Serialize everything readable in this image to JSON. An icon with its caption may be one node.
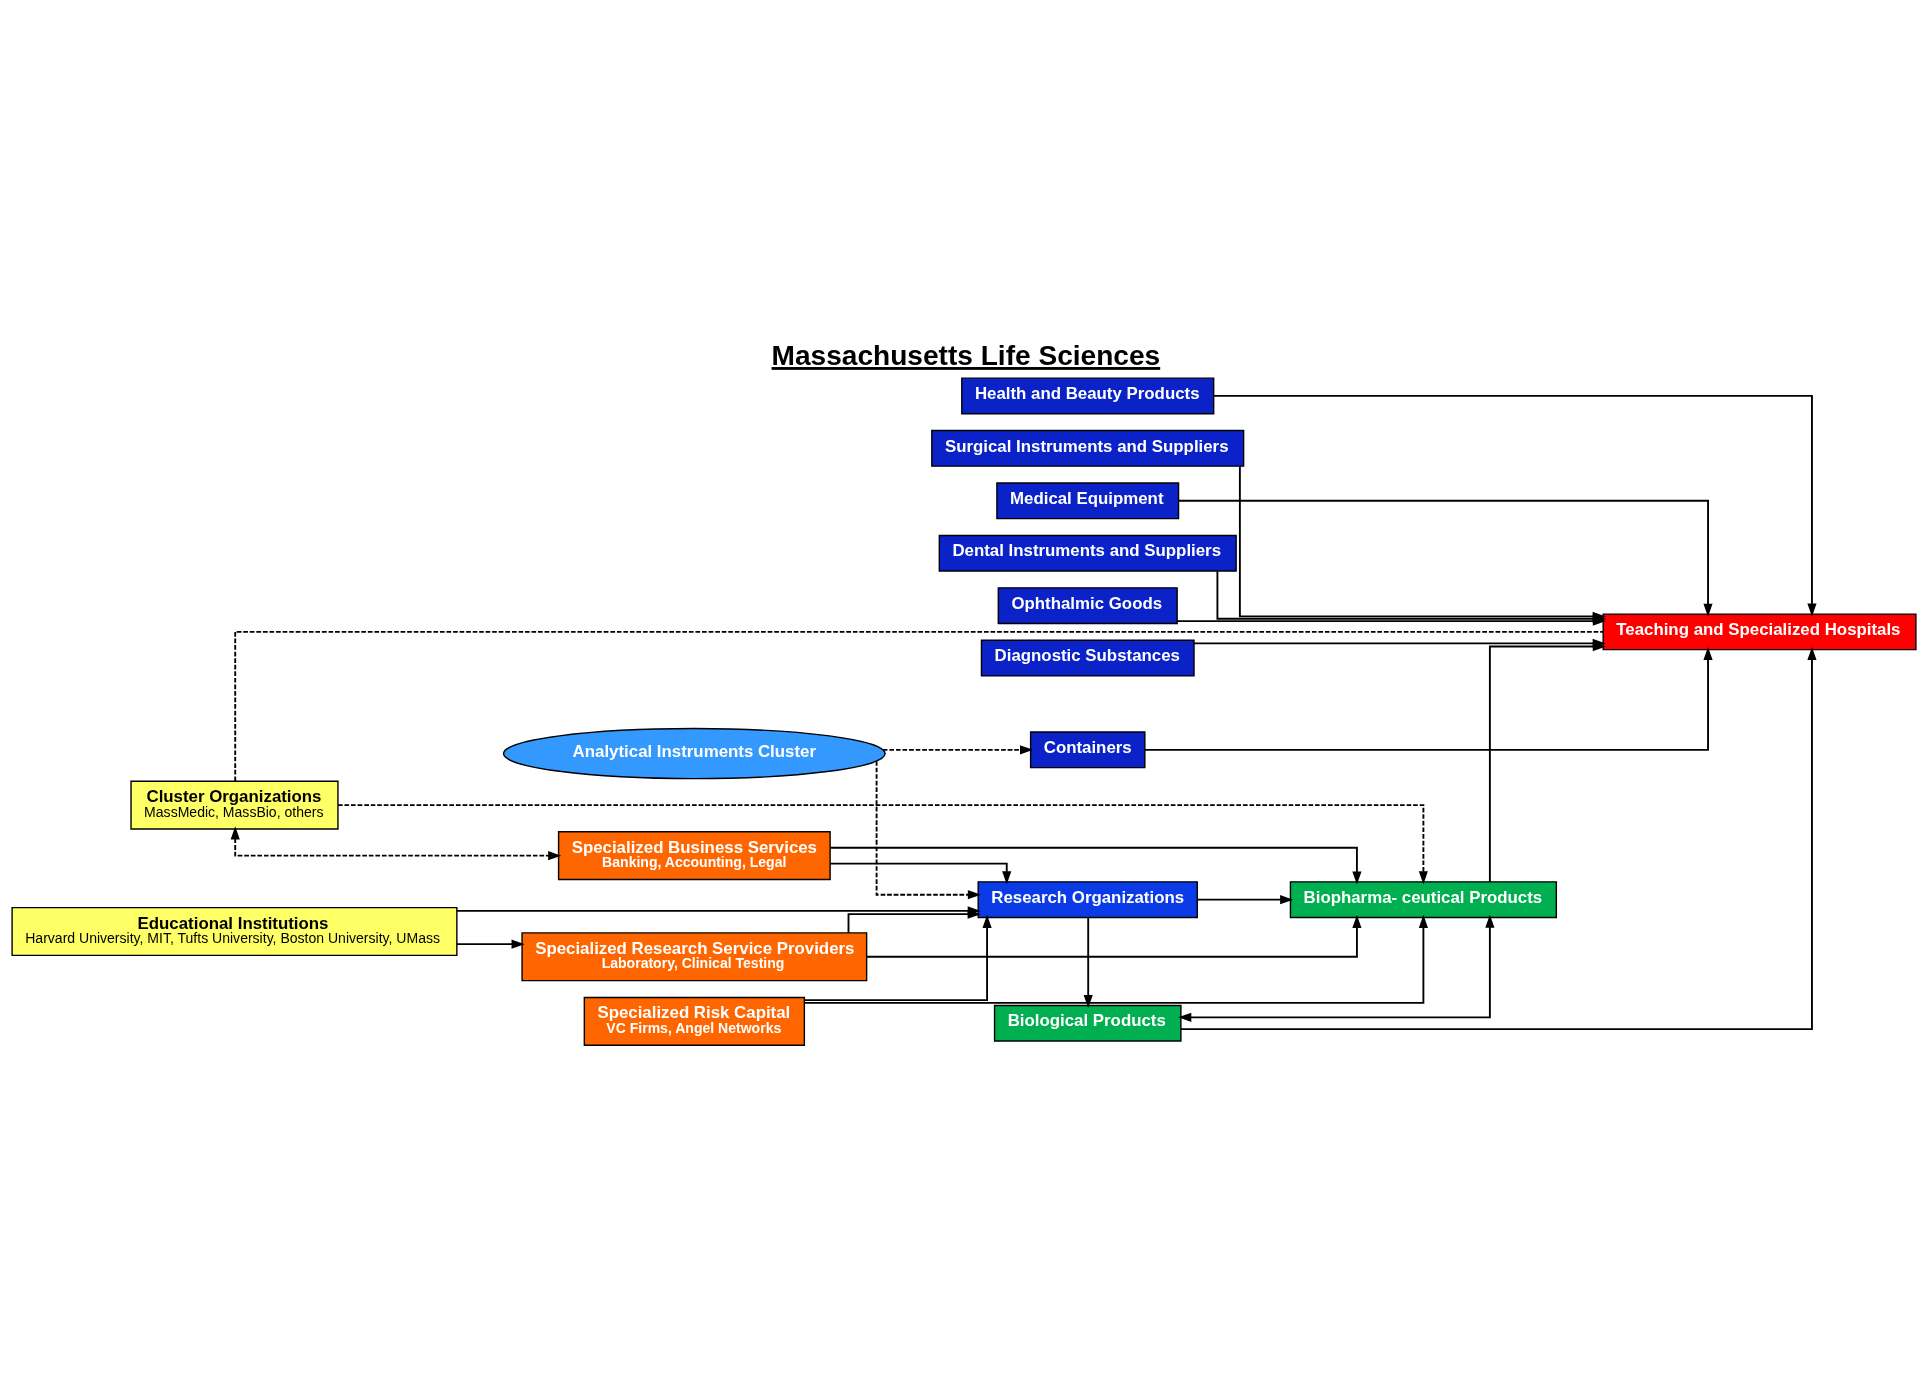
{
  "diagram": {
    "title": "Massachusetts Life Sciences",
    "nodes": [
      {
        "text": [
          "Health and Beauty Products"
        ]
      },
      {
        "text": [
          "Surgical Instruments and Suppliers"
        ]
      },
      {
        "text": [
          "Medical Equipment"
        ]
      },
      {
        "text": [
          "Dental Instruments and Suppliers"
        ]
      },
      {
        "text": [
          "Ophthalmic Goods"
        ]
      },
      {
        "text": [
          "Diagnostic Substances"
        ]
      },
      {
        "text": [
          "Containers"
        ]
      },
      {
        "text": [
          "Teaching and Specialized Hospitals"
        ]
      },
      {
        "text": [
          "Cluster Organizations",
          "MassMedic, MassBio, others"
        ]
      },
      {
        "text": [
          "Biological Products"
        ]
      },
      {
        "text": [
          "Biopharma- ceutical Products"
        ]
      },
      {
        "text": [
          "Specialized Business Services",
          "Banking, Accounting, Legal"
        ]
      },
      {
        "text": [
          "Specialized Risk Capital",
          "VC Firms, Angel Networks"
        ]
      },
      {
        "text": [
          "Specialized Research Service Providers",
          "Laboratory, Clinical Testing"
        ]
      },
      {
        "text": [
          "Research Organizations"
        ]
      },
      {
        "text": [
          "Analytical Instruments Cluster"
        ]
      },
      {
        "text": [
          "Educational Institutions",
          "Harvard University, MIT, Tufts University, Boston University, UMass"
        ]
      }
    ],
    "edges": [
      {
        "from": 0,
        "to": 7,
        "arrow": "to"
      },
      {
        "from": 1,
        "to": 7,
        "arrow": "to"
      },
      {
        "from": 2,
        "to": 7,
        "arrow": "to"
      },
      {
        "from": 3,
        "to": 7,
        "arrow": "to"
      },
      {
        "from": 4,
        "to": 7,
        "arrow": "to"
      },
      {
        "from": 5,
        "to": 7,
        "arrow": "to"
      },
      {
        "from": 6,
        "to": 7,
        "arrow": "to"
      },
      {
        "from": 8,
        "to": 7,
        "arrow": "none",
        "style": "dashed"
      },
      {
        "from": 8,
        "to": 10,
        "arrow": "to",
        "style": "dashed"
      },
      {
        "from": 8,
        "to": 11,
        "arrow": "both",
        "style": "dashed"
      },
      {
        "from": 9,
        "to": 7,
        "arrow": "to"
      },
      {
        "from": 10,
        "to": 7,
        "arrow": "to"
      },
      {
        "from": 9,
        "to": 10,
        "arrow": "both"
      },
      {
        "from": 11,
        "to": 10,
        "arrow": "to"
      },
      {
        "from": 12,
        "to": 10,
        "arrow": "to"
      },
      {
        "from": 13,
        "to": 10,
        "arrow": "to"
      },
      {
        "from": 11,
        "to": 14,
        "arrow": "to"
      },
      {
        "from": 12,
        "to": 14,
        "arrow": "to"
      },
      {
        "from": 13,
        "to": 14,
        "arrow": "to"
      },
      {
        "from": 14,
        "to": 9,
        "arrow": "to"
      },
      {
        "from": 14,
        "to": 10,
        "arrow": "to"
      },
      {
        "from": 16,
        "to": 14,
        "arrow": "to"
      },
      {
        "from": 16,
        "to": 13,
        "arrow": "to"
      },
      {
        "from": 15,
        "to": 6,
        "arrow": "to",
        "style": "dashed"
      },
      {
        "from": 15,
        "to": 14,
        "arrow": "to",
        "style": "dashed"
      }
    ]
  }
}
